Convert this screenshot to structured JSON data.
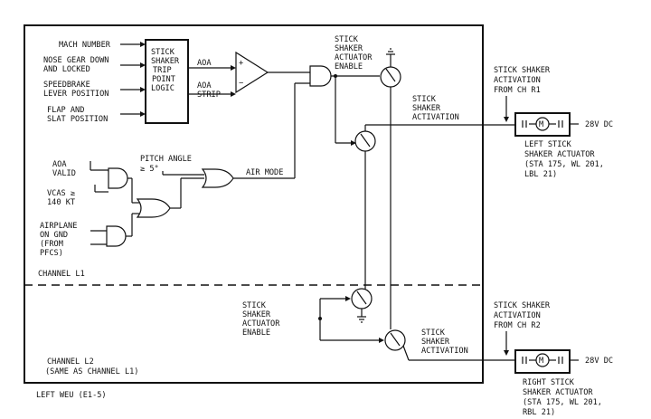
{
  "inputs": {
    "mach_number": [
      "MACH NUMBER"
    ],
    "nose_gear": [
      "NOSE GEAR DOWN",
      "AND LOCKED"
    ],
    "speedbrake": [
      "SPEEDBRAKE",
      "LEVER POSITION"
    ],
    "flap_slat": [
      "FLAP AND",
      "SLAT POSITION"
    ]
  },
  "trip_logic": [
    "STICK",
    "SHAKER",
    "TRIP",
    "POINT",
    "LOGIC"
  ],
  "signals": {
    "aoa": "AOA",
    "aoa_strip": [
      "AOA",
      "STRIP"
    ],
    "aoa_valid": [
      "AOA",
      "VALID"
    ],
    "vcas": [
      "VCAS ≥",
      "140 KT"
    ],
    "pitch_angle": [
      "PITCH ANGLE",
      "≥ 5°"
    ],
    "air_mode": "AIR MODE",
    "airplane_on_gnd": [
      "AIRPLANE",
      "ON GND",
      "(FROM",
      "PFCS)"
    ]
  },
  "comparator_signs": {
    "plus": "+",
    "minus": "−"
  },
  "labels": {
    "actuator_enable_top": [
      "STICK",
      "SHAKER",
      "ACTUATOR",
      "ENABLE"
    ],
    "activation_top": [
      "STICK",
      "SHAKER",
      "ACTIVATION"
    ],
    "actuator_enable_bottom": [
      "STICK",
      "SHAKER",
      "ACTUATOR",
      "ENABLE"
    ],
    "activation_bottom": [
      "STICK",
      "SHAKER",
      "ACTIVATION"
    ],
    "from_r1": [
      "STICK SHAKER",
      "ACTIVATION",
      "FROM CH R1"
    ],
    "from_r2": [
      "STICK SHAKER",
      "ACTIVATION",
      "FROM CH R2"
    ],
    "left_actuator": [
      "LEFT STICK",
      "SHAKER ACTUATOR",
      "(STA 175, WL 201,",
      "LBL 21)"
    ],
    "right_actuator": [
      "RIGHT STICK",
      "SHAKER ACTUATOR",
      "(STA 175, WL 201,",
      "RBL 21)"
    ],
    "power_top": "28V DC",
    "power_bottom": "28V DC",
    "motor_symbol": "M",
    "channel_l1": "CHANNEL L1",
    "channel_l2": [
      "CHANNEL L2",
      "(SAME AS CHANNEL L1)"
    ],
    "unit": "LEFT WEU (E1-5)"
  }
}
